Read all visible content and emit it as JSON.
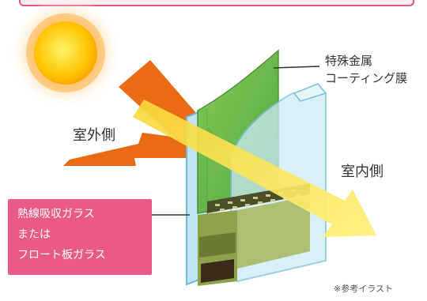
{
  "labels": {
    "outside": "室外側",
    "inside": "室内側",
    "coating_line1": "特殊金属",
    "coating_line2": "コーティング膜",
    "glass_line1": "熱線吸収ガラス",
    "glass_line2": "または",
    "glass_line3": "フロート板ガラス",
    "note": "※参考イラスト"
  },
  "colors": {
    "sun": "#ffc400",
    "heat_arrow": "#ea6a14",
    "light_arrow": "#ffe84a",
    "coating": "#4fae34",
    "glass": "#bfe4f2",
    "glass_box": "#e95a86"
  }
}
